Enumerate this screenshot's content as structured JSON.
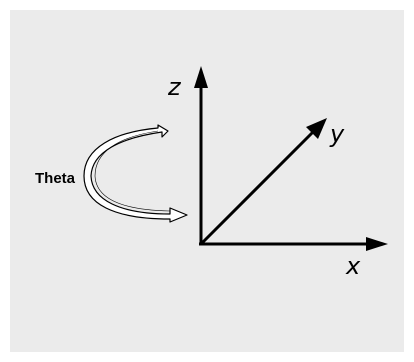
{
  "diagram": {
    "axes": {
      "z_label": "z",
      "y_label": "y",
      "x_label": "x"
    },
    "rotation": {
      "label": "Theta"
    },
    "colors": {
      "panel": "#ebebeb",
      "ink": "#000000",
      "arrow_fill": "#ffffff"
    }
  }
}
